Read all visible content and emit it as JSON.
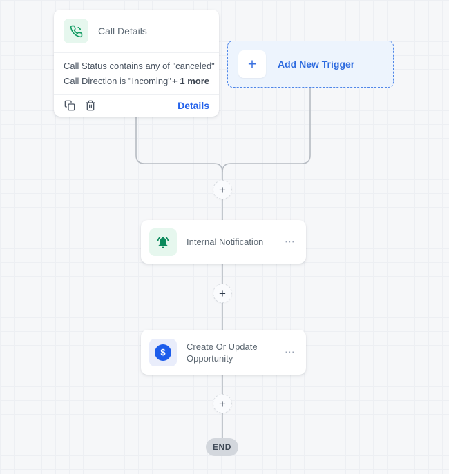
{
  "canvas": {
    "background": "#f6f7f9",
    "grid_color": "#edeff3"
  },
  "trigger_card": {
    "title": "Call Details",
    "icon": "phone-icon",
    "conditions": [
      "Call Status contains any of \"canceled\"",
      "Call Direction is \"Incoming\""
    ],
    "more_label": "+ 1 more",
    "details_label": "Details"
  },
  "add_trigger": {
    "label": "Add New Trigger",
    "plus": "+"
  },
  "action_nodes": [
    {
      "title": "Internal Notification",
      "icon": "bell-icon",
      "menu": "⋯"
    },
    {
      "title": "Create Or Update Opportunity",
      "icon": "dollar-icon",
      "badge": "$",
      "menu": "⋯"
    }
  ],
  "flow": {
    "plus": "+",
    "end_label": "END"
  },
  "colors": {
    "green": "#119b62",
    "green_icon_bg": "#e6f7ee",
    "bell_green": "#0b8a5c",
    "link_blue": "#2563eb",
    "trigger_blue": "#2e6bdf",
    "trigger_bg": "#edf4fd",
    "dollar_blue": "#1d5deb",
    "dollar_bg": "#e9edfb",
    "connector": "#b6bbc2",
    "end_bg": "#d3d7dd"
  }
}
